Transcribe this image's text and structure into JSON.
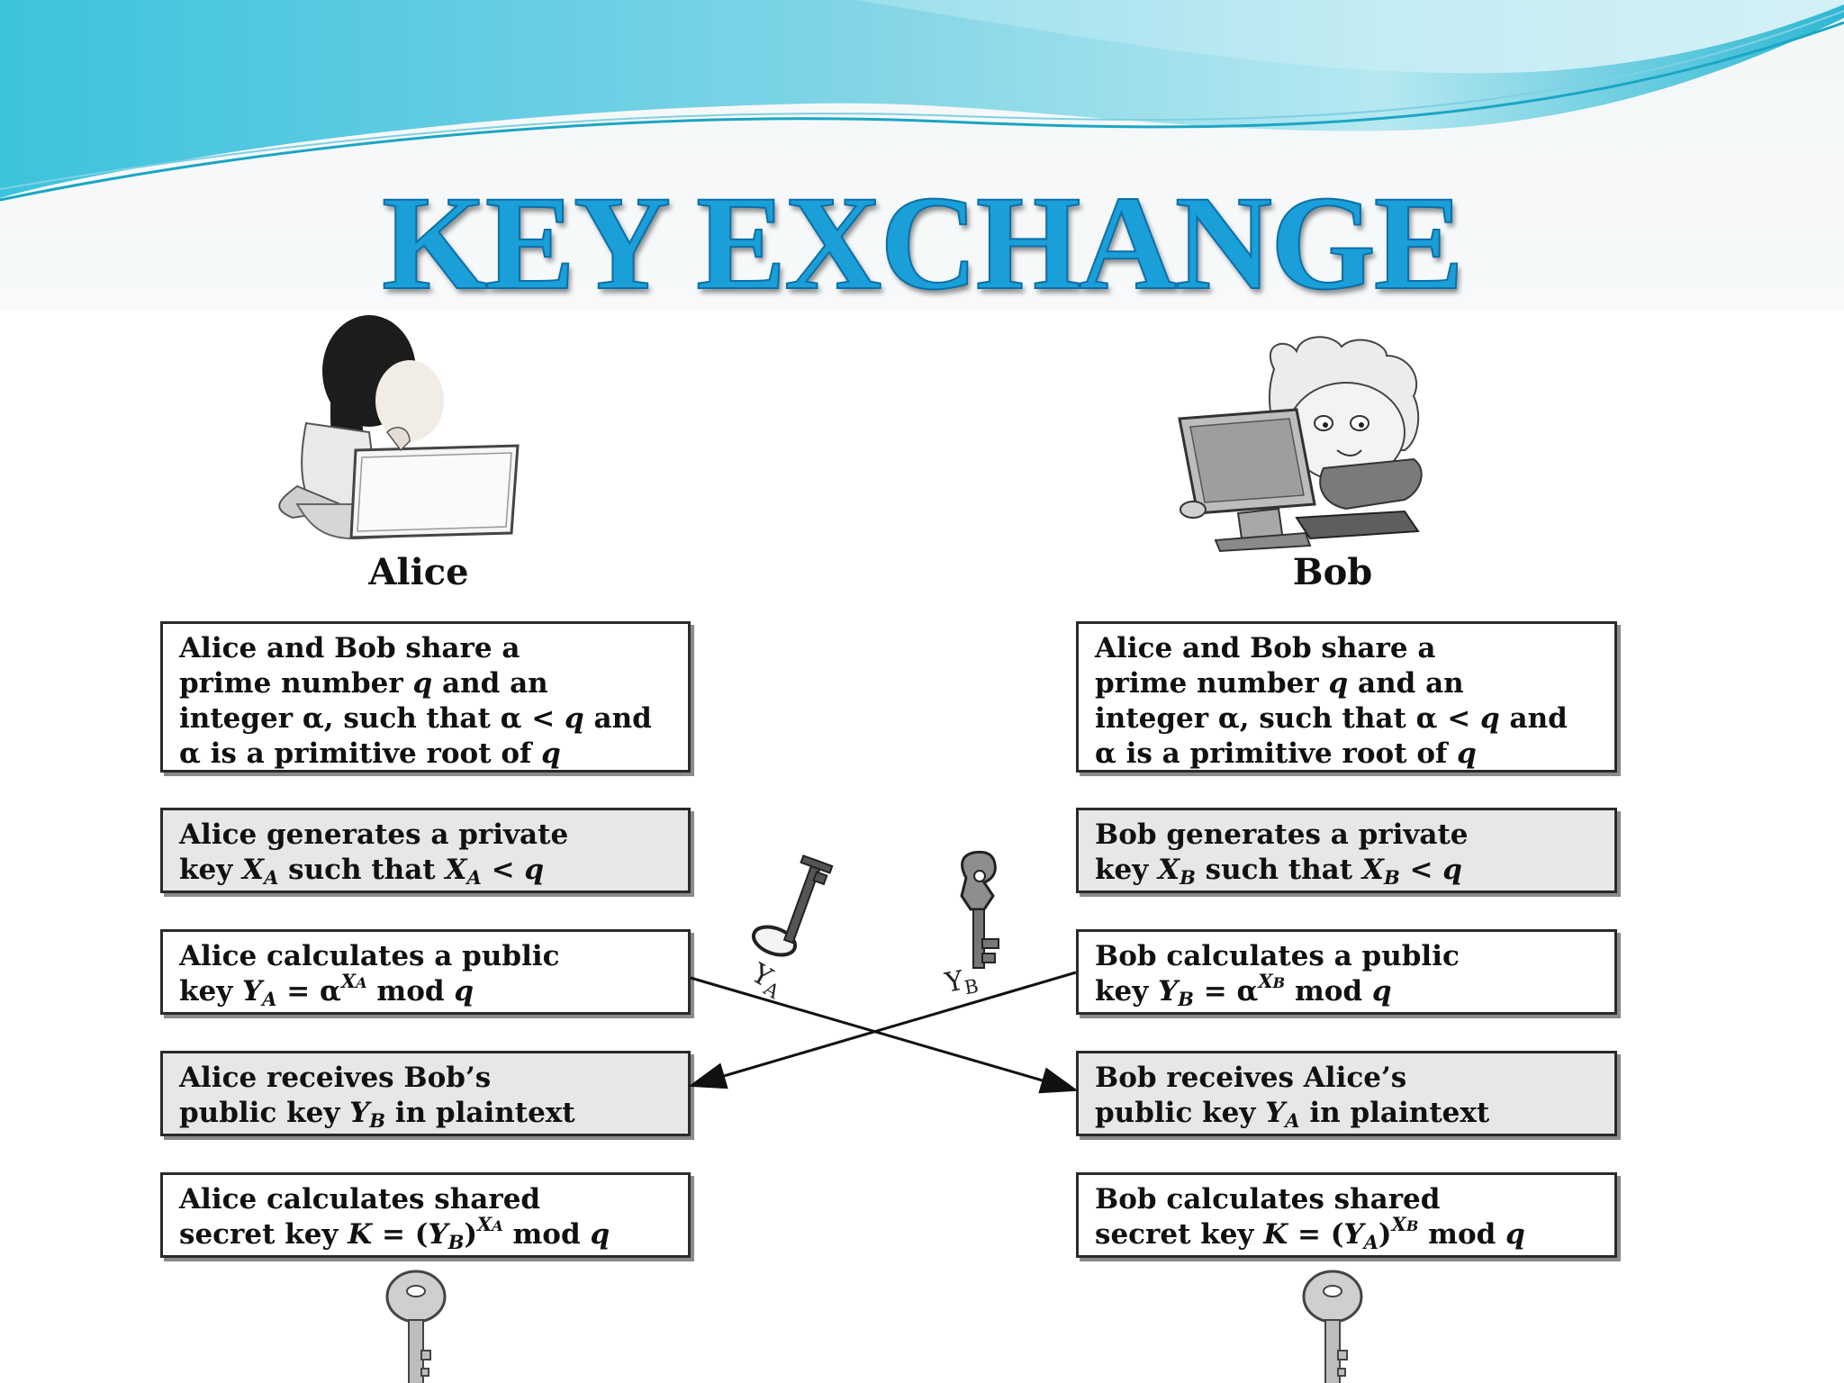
{
  "title": "KEY EXCHANGE",
  "people": {
    "alice": "Alice",
    "bob": "Bob"
  },
  "key_labels": {
    "ya": "Y",
    "ya_sub": "A",
    "yb": "Y",
    "yb_sub": "B"
  },
  "alice_steps": [
    {
      "lines": [
        "Alice and Bob share a",
        "prime number ",
        "q",
        " and an",
        "integer α, such that α < ",
        "q",
        " and",
        "α is a primitive root of ",
        "q"
      ]
    },
    {
      "l1": "Alice generates a private",
      "l2a": "key ",
      "X": "X",
      "XA": "A",
      "l2b": " such that ",
      "X2": "X",
      "XA2": "A",
      "l2c": " < ",
      "q": "q"
    },
    {
      "l1": "Alice calculates a public",
      "l2a": "key ",
      "Y": "Y",
      "YA": "A",
      "eq": " = α",
      "supX": "X",
      "supA": "A",
      "mod": " mod ",
      "q": "q"
    },
    {
      "l1": "Alice receives Bob’s",
      "l2a": "public key ",
      "Y": "Y",
      "YB": "B",
      "l2b": " in plaintext"
    },
    {
      "l1": "Alice calculates shared",
      "l2a": "secret key ",
      "K": "K",
      "eq": " = (",
      "Y": "Y",
      "YB": "B",
      "close": ")",
      "supX": "X",
      "supA": "A",
      "mod": " mod ",
      "q": "q"
    }
  ],
  "bob_steps": [
    {
      "lines": [
        "Alice and Bob share a",
        "prime number ",
        "q",
        " and an",
        "integer α, such that α < ",
        "q",
        " and",
        "α is a primitive root of ",
        "q"
      ]
    },
    {
      "l1": "Bob generates a private",
      "l2a": "key ",
      "X": "X",
      "XB": "B",
      "l2b": " such that ",
      "X2": "X",
      "XB2": "B",
      "l2c": " < ",
      "q": "q"
    },
    {
      "l1": "Bob calculates a public",
      "l2a": "key ",
      "Y": "Y",
      "YB": "B",
      "eq": " = α",
      "supX": "X",
      "supB": "B",
      "mod": " mod ",
      "q": "q"
    },
    {
      "l1": "Bob receives Alice’s",
      "l2a": "public key ",
      "Y": "Y",
      "YA": "A",
      "l2b": " in plaintext"
    },
    {
      "l1": "Bob calculates shared",
      "l2a": "secret key ",
      "K": "K",
      "eq": " = (",
      "Y": "Y",
      "YA": "A",
      "close": ")",
      "supX": "X",
      "supB": "B",
      "mod": " mod ",
      "q": "q"
    }
  ],
  "colors": {
    "title": "#1a9fd8",
    "wave_dark": "#1fb2cf",
    "wave_light": "#9fe0ec",
    "box_grey": "#e7e7e7"
  }
}
